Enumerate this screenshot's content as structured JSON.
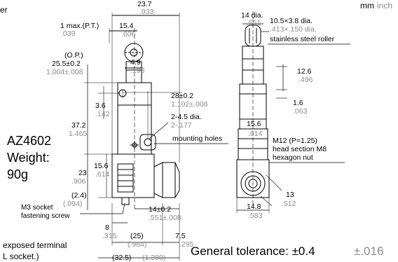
{
  "header": {
    "partial_word": "er",
    "units_mm": "mm",
    "units_inch": "inch"
  },
  "product": {
    "model": "AZ4602",
    "weight_label": "Weight:",
    "weight_value": "90g"
  },
  "front_view": {
    "width_mm": "23.7",
    "width_in": ".933",
    "max_pt_label": "1 max.(P.T.)",
    "max_pt_in": ".039",
    "offset_mm": "15.4",
    "offset_in": ".606",
    "op_label": "(O.P.)",
    "op_mm": "25.5±0.2",
    "op_in": "1.004±.008",
    "roller_offset_mm": "4.9",
    "roller_offset_in": ".193",
    "hole_spacing_mm": "28±0.2",
    "hole_spacing_in": "1.102±.008",
    "hole_dia_mm": "2-4.5 dia.",
    "hole_dia_in": "2-.177",
    "mounting_holes": "mounting holes",
    "hole_top_mm": "3.6",
    "hole_top_in": ".142",
    "body_height_mm": "37.2",
    "body_height_in": "1.465",
    "base_mm": "15.6",
    "base_in": ".614",
    "socket_height_mm": "23",
    "socket_height_in": ".906",
    "screw_mm": "(2.4)",
    "screw_in": "(.094)",
    "m3_socket": "M3 socket",
    "fastening_screw": "fastening screw",
    "hole_x_mm": "14±0.2",
    "hole_x_in": ".551±.008",
    "terminal_offset_mm": "8",
    "terminal_offset_in": ".315",
    "width25_mm": "(25)",
    "width25_in": "(.984)",
    "width75_mm": "7.5",
    "width75_in": ".295",
    "overall_mm": "(32.5)",
    "overall_in": "(1.280)",
    "exposed_terminal": "exposed terminal",
    "socket_note": "L socket.)"
  },
  "side_view": {
    "head_dia_mm": "14 dia.",
    "head_dia_in": ".551",
    "roller_dia_mm": "10.5×3.8 dia.",
    "roller_dia_in": ".413×.150 dia.",
    "roller_material": "stainless steel roller",
    "plunger_mm": "12.6",
    "plunger_in": ".496",
    "travel_mm": "1.6",
    "travel_in": ".063",
    "body_width_mm": "15.6",
    "body_width_in": ".614",
    "thread_label": "M12 (P=1.25)",
    "head_section": "head section M8",
    "hex_nut": "hexagon nut",
    "nut_width_mm": "14.8",
    "nut_width_in": ".583",
    "nut_flat_mm": "13",
    "nut_flat_in": ".512"
  },
  "footer": {
    "tolerance_label": "General tolerance: ±0.4",
    "tolerance_in": "±.016"
  }
}
